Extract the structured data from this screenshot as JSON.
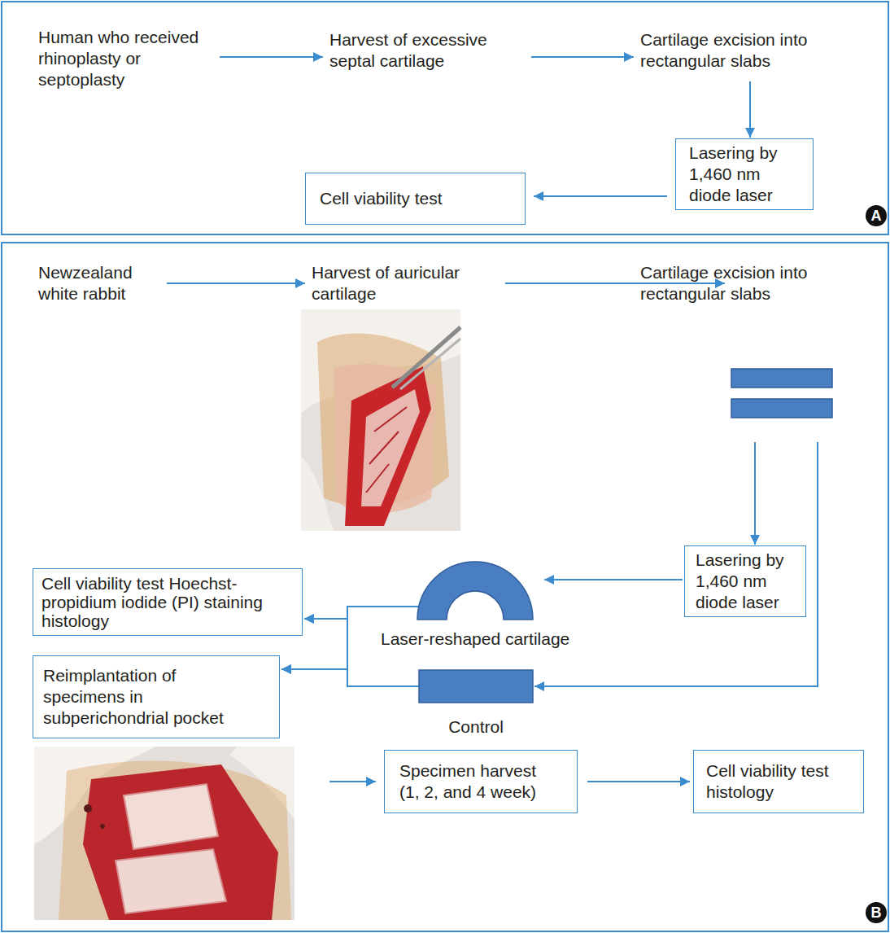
{
  "diagram": {
    "nodes": [
      {
        "text": [
          "A"
        ]
      },
      {
        "text": [
          "Human who received rhinoplasty or septoplasty"
        ],
        "in": 0
      },
      {
        "text": [
          "Harvest of excessive septal cartilage"
        ],
        "in": 0
      },
      {
        "text": [
          "Cartilage excision into rectangular slabs"
        ],
        "in": 0
      },
      {
        "text": [
          "Lasering by 1,460 nm diode laser"
        ],
        "in": 0
      },
      {
        "text": [
          "Cell viability test"
        ],
        "in": 0
      },
      {
        "text": [
          "B"
        ]
      },
      {
        "text": [
          "Newzealand white rabbit"
        ],
        "in": 6
      },
      {
        "text": [
          "Harvest of auricular cartilage"
        ],
        "in": 6
      },
      {
        "text": [
          "Cartilage excision into rectangular slabs"
        ],
        "in": 6
      },
      {
        "text": [
          "Lasering by 1,460 nm diode laser"
        ],
        "in": 6
      },
      {
        "text": [
          "Cell viability test Hoechst-propidium iodide (PI) staining histology"
        ],
        "in": 6
      },
      {
        "text": [
          "Laser-reshaped cartilage"
        ],
        "in": 6
      },
      {
        "text": [
          "Reimplantation of specimens in subperichondrial pocket"
        ],
        "in": 6
      },
      {
        "text": [
          "Control"
        ],
        "in": 6
      },
      {
        "text": [
          "Specimen harvest (1, 2, and 4 week)"
        ],
        "in": 6
      },
      {
        "text": [
          "Cell viability test histology"
        ],
        "in": 6
      }
    ],
    "edges": [
      {
        "from": 1,
        "to": 2,
        "arrow": "to"
      },
      {
        "from": 2,
        "to": 3,
        "arrow": "to"
      },
      {
        "from": 3,
        "to": 4,
        "arrow": "to"
      },
      {
        "from": 4,
        "to": 5,
        "arrow": "to"
      },
      {
        "from": 7,
        "to": 8,
        "arrow": "to"
      },
      {
        "from": 8,
        "to": 9,
        "arrow": "to"
      },
      {
        "from": 9,
        "to": 10,
        "arrow": "to"
      },
      {
        "from": 9,
        "to": 14,
        "arrow": "to"
      },
      {
        "from": 10,
        "to": 12,
        "arrow": "to"
      },
      {
        "from": 12,
        "to": 11,
        "arrow": "to"
      },
      {
        "from": 12,
        "to": 13,
        "arrow": "to"
      },
      {
        "from": 14,
        "to": 11,
        "arrow": "to"
      },
      {
        "from": 14,
        "to": 13,
        "arrow": "to"
      },
      {
        "from": 15,
        "to": 16,
        "arrow": "to"
      }
    ]
  }
}
